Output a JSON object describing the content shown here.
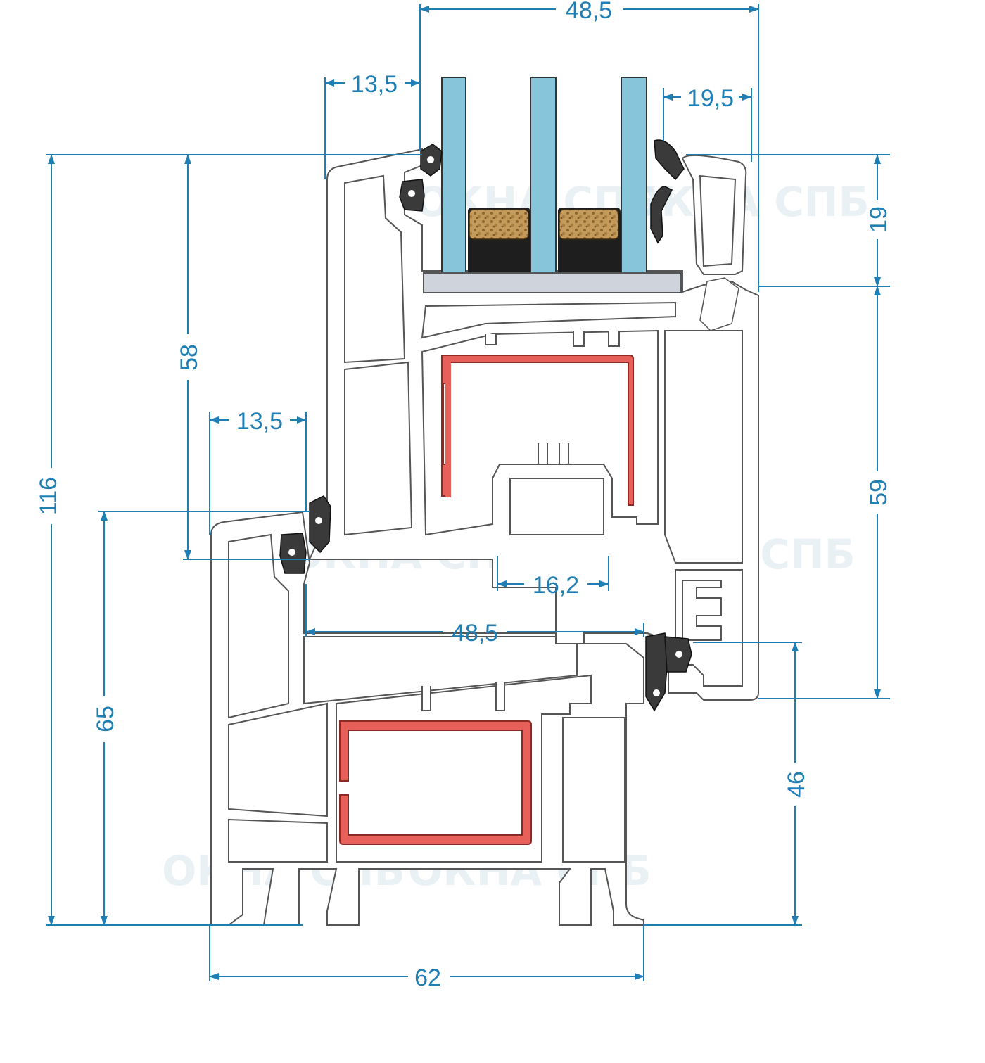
{
  "watermark": {
    "brand": "ОКНА СПБ"
  },
  "colors": {
    "dimension": "#1f7fb4",
    "glass": "#86c5da",
    "steel_reinforcement": "#e8605a",
    "gasket": "#3a3a3a",
    "desiccant": "#c49a5a",
    "profile_outline": "#555555"
  },
  "dimensions": {
    "top_width": "48,5",
    "sash_overlap_top": "13,5",
    "glazing_bead": "19,5",
    "total_height": "116",
    "sash_height": "58",
    "frame_overlap": "13,5",
    "frame_height": "65",
    "rebate_width": "16,2",
    "sash_depth": "48,5",
    "frame_depth": "62",
    "glass_rebate_height": "19",
    "right_sash_height": "59",
    "right_frame_height": "46"
  }
}
